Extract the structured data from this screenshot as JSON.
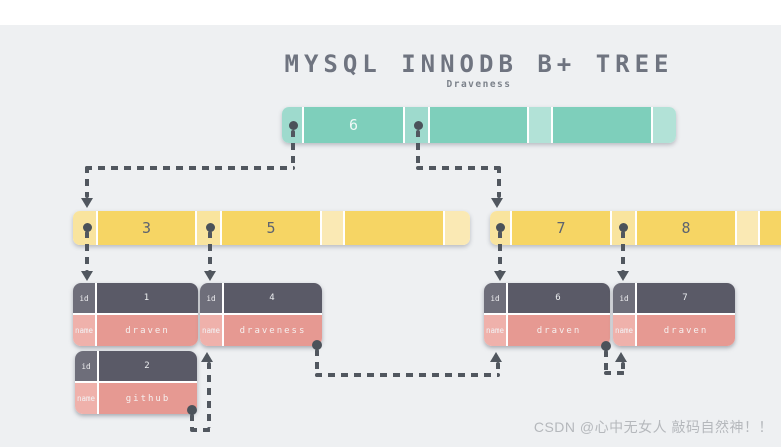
{
  "title": "MYSQL INNODB B+ TREE",
  "subtitle": "Draveness",
  "watermark": "CSDN @心中无女人 敲码自然神！！",
  "colors": {
    "background": "#eef0f2",
    "root_value": "#7ecfbb",
    "root_pointer": "#9edacd",
    "internal_value": "#f6d564",
    "internal_pointer": "#f9e49e",
    "record_id_header": "#5a5a67",
    "record_name_cell": "#e69992",
    "connector": "#51575f",
    "title_text": "#6f7480"
  },
  "tree": {
    "root": {
      "keys": {
        "k0": "6",
        "k1": "",
        "k2": ""
      }
    },
    "internal_left": {
      "keys": {
        "k0": "3",
        "k1": "5",
        "k2": ""
      }
    },
    "internal_right": {
      "keys": {
        "k0": "7",
        "k1": "8",
        "k2": ""
      }
    }
  },
  "leaf_tables": [
    {
      "id_label": "id",
      "id": "1",
      "name_label": "name",
      "name": "draven"
    },
    {
      "id_label": "id",
      "id": "4",
      "name_label": "name",
      "name": "draveness"
    },
    {
      "id_label": "id",
      "id": "2",
      "name_label": "name",
      "name": "github"
    },
    {
      "id_label": "id",
      "id": "6",
      "name_label": "name",
      "name": "draven"
    },
    {
      "id_label": "id",
      "id": "7",
      "name_label": "name",
      "name": "draven"
    }
  ]
}
